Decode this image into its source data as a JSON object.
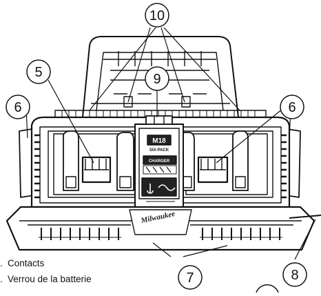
{
  "figure": {
    "callouts": {
      "c10": "10",
      "c9": "9",
      "c5": "5",
      "c6_left": "6",
      "c6_right": "6",
      "c7": "7",
      "c8": "8"
    },
    "label_brand": "M18",
    "label_product_line1": "SIX-PACK",
    "label_product_line2": "CHARGER",
    "logo_text": "Milwaukee"
  },
  "legend": {
    "items": [
      {
        "num": ".",
        "text": "Contacts"
      },
      {
        "num": ".",
        "text": "Verrou de la batterie"
      }
    ]
  }
}
